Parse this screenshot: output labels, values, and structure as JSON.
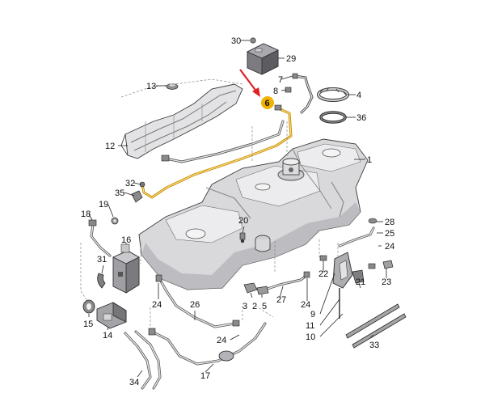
{
  "diagram": {
    "highlight": {
      "number": "6",
      "color": "#f0b400",
      "line_color": "#c98d00",
      "arrow_color": "#e02020"
    },
    "colors": {
      "tank_fill": "#d9d9dc",
      "tank_dark": "#b7b7bc",
      "tank_light": "#ececee",
      "outline": "#3a3a3a"
    },
    "labels": [
      {
        "id": "1",
        "text": "1"
      },
      {
        "id": "2",
        "text": "2"
      },
      {
        "id": "3",
        "text": "3"
      },
      {
        "id": "4",
        "text": "4"
      },
      {
        "id": "5",
        "text": "5"
      },
      {
        "id": "6",
        "text": "6"
      },
      {
        "id": "7",
        "text": "7"
      },
      {
        "id": "8",
        "text": "8"
      },
      {
        "id": "9",
        "text": "9"
      },
      {
        "id": "10",
        "text": "10"
      },
      {
        "id": "11",
        "text": "11"
      },
      {
        "id": "12",
        "text": "12"
      },
      {
        "id": "13",
        "text": "13"
      },
      {
        "id": "14",
        "text": "14"
      },
      {
        "id": "15",
        "text": "15"
      },
      {
        "id": "16",
        "text": "16"
      },
      {
        "id": "17",
        "text": "17"
      },
      {
        "id": "18",
        "text": "18"
      },
      {
        "id": "19",
        "text": "19"
      },
      {
        "id": "20",
        "text": "20"
      },
      {
        "id": "21",
        "text": "21"
      },
      {
        "id": "22",
        "text": "22"
      },
      {
        "id": "23",
        "text": "23"
      },
      {
        "id": "24a",
        "text": "24"
      },
      {
        "id": "24b",
        "text": "24"
      },
      {
        "id": "24c",
        "text": "24"
      },
      {
        "id": "24d",
        "text": "24"
      },
      {
        "id": "25",
        "text": "25"
      },
      {
        "id": "26",
        "text": "26"
      },
      {
        "id": "27",
        "text": "27"
      },
      {
        "id": "28",
        "text": "28"
      },
      {
        "id": "29",
        "text": "29"
      },
      {
        "id": "30",
        "text": "30"
      },
      {
        "id": "31",
        "text": "31"
      },
      {
        "id": "32",
        "text": "32"
      },
      {
        "id": "33",
        "text": "33"
      },
      {
        "id": "34",
        "text": "34"
      },
      {
        "id": "35",
        "text": "35"
      },
      {
        "id": "36",
        "text": "36"
      }
    ]
  }
}
